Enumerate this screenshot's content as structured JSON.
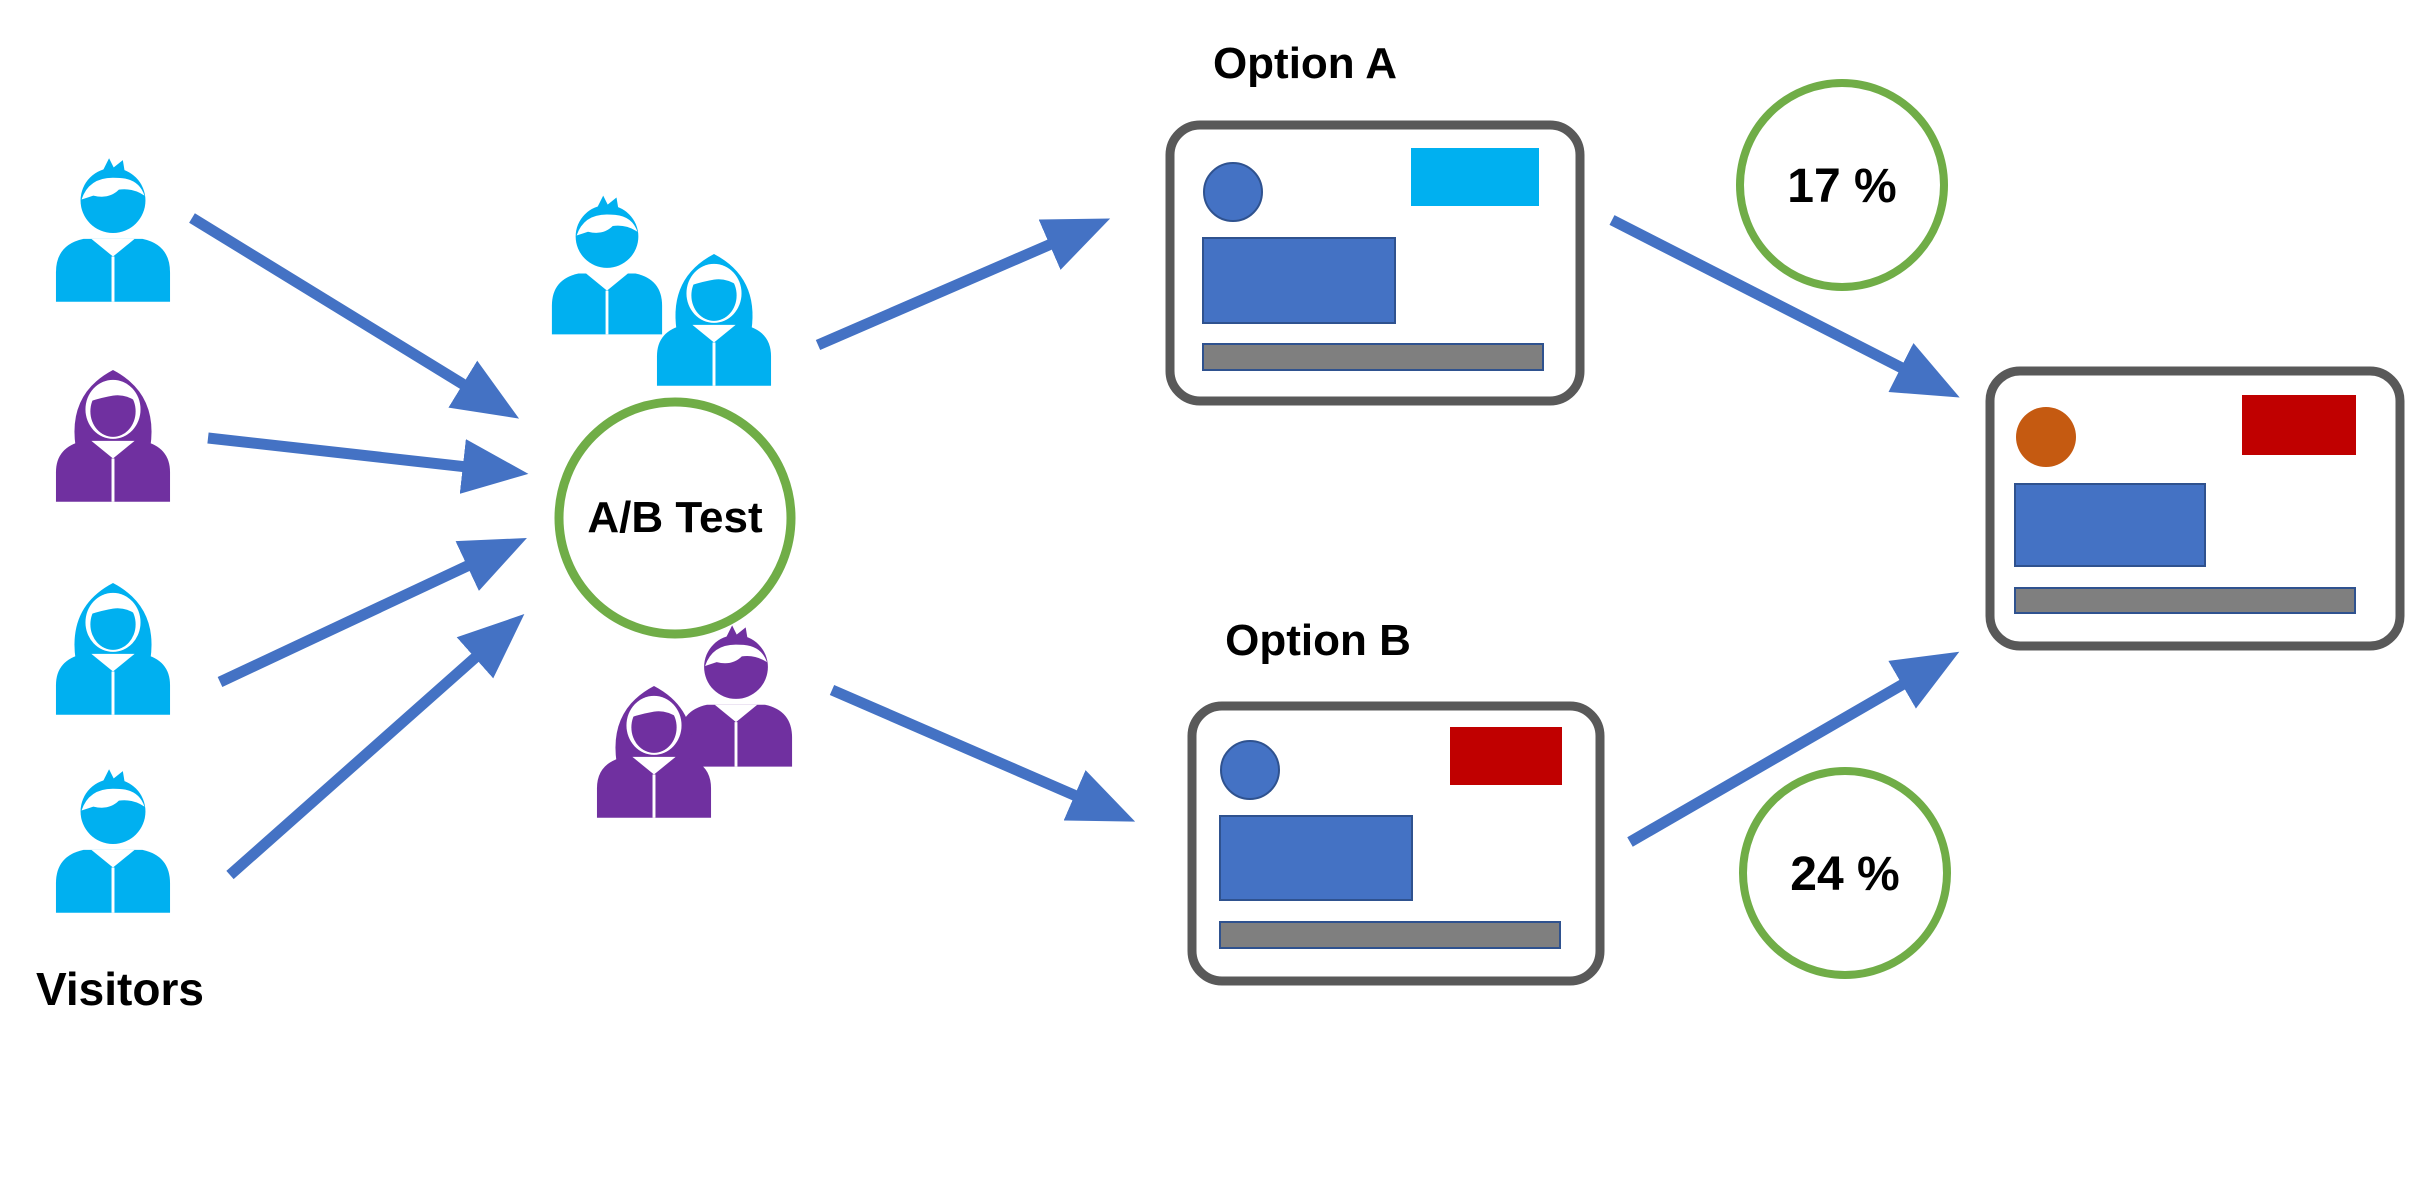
{
  "labels": {
    "visitors": "Visitors",
    "ab_test": "A/B Test",
    "option_a": "Option A",
    "option_b": "Option B"
  },
  "results": {
    "option_a_rate": "17 %",
    "option_b_rate": "24 %"
  },
  "colors": {
    "arrow": "#4472C4",
    "circle_ring": "#70AD47",
    "person_cyan": "#00B0F0",
    "person_purple": "#7030A0",
    "page_frame": "#595959",
    "page_block": "#4472C4",
    "page_bar": "#7F7F7F",
    "button_a": "#00B0F0",
    "button_b": "#C00000",
    "winner_dot": "#C55A11"
  },
  "icons": {
    "visitor_1": "male-user-icon",
    "visitor_2": "female-user-icon",
    "visitor_3": "female-user-icon",
    "visitor_4": "male-user-icon",
    "group_a": "user-group-icon",
    "group_b": "user-group-icon"
  }
}
